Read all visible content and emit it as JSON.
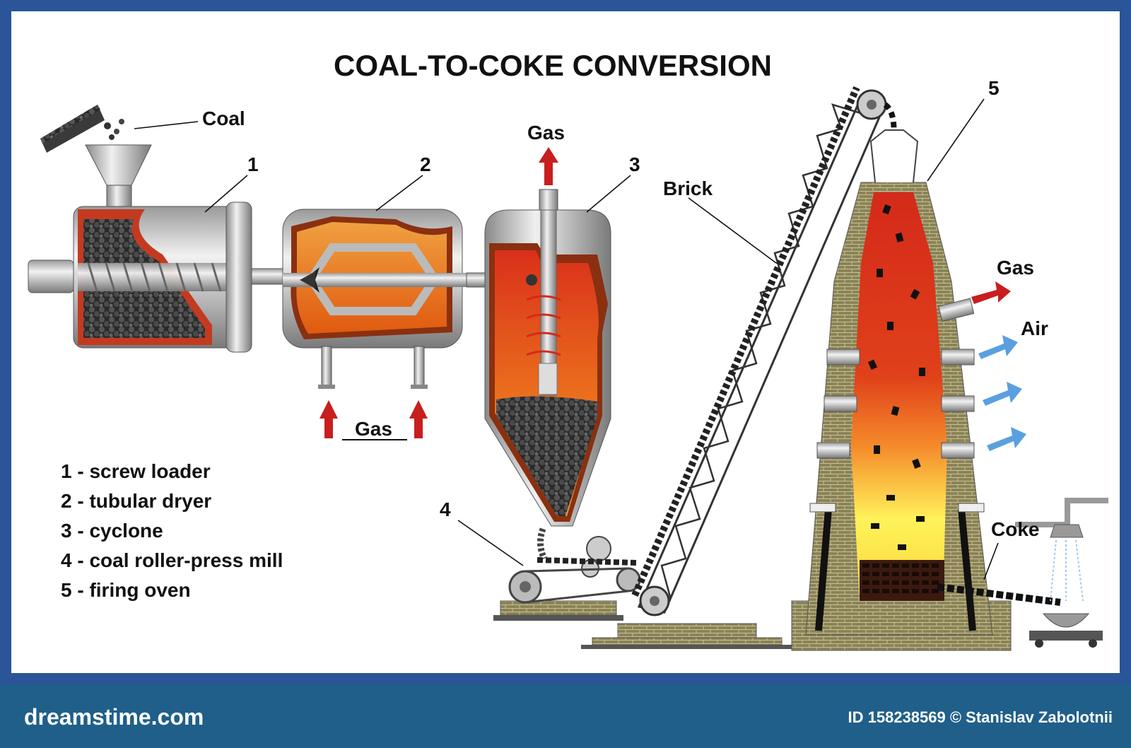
{
  "title": "COAL-TO-COKE CONVERSION",
  "labels": {
    "coal": "Coal",
    "gas_top": "Gas",
    "gas_bottom": "Gas",
    "brick": "Brick",
    "gas_right": "Gas",
    "air": "Air",
    "coke": "Coke",
    "n1": "1",
    "n2": "2",
    "n3": "3",
    "n4": "4",
    "n5": "5"
  },
  "legend": [
    "1 - screw loader",
    "2 - tubular dryer",
    "3 - cyclone",
    "4 - coal roller-press mill",
    "5 - firing oven"
  ],
  "footer": {
    "logo": "dreamstime.com",
    "credit": "ID 158238569 © Stanislav Zabolotnii"
  },
  "colors": {
    "frame": "#2a5599",
    "footer": "#1f5f8a",
    "hot_red": "#d42a1a",
    "hot_orange": "#f07a1a",
    "hot_yellow": "#fff25a",
    "arrow_red": "#c81e1e",
    "arrow_blue": "#5aa0e0",
    "brick": "#8a8358"
  }
}
